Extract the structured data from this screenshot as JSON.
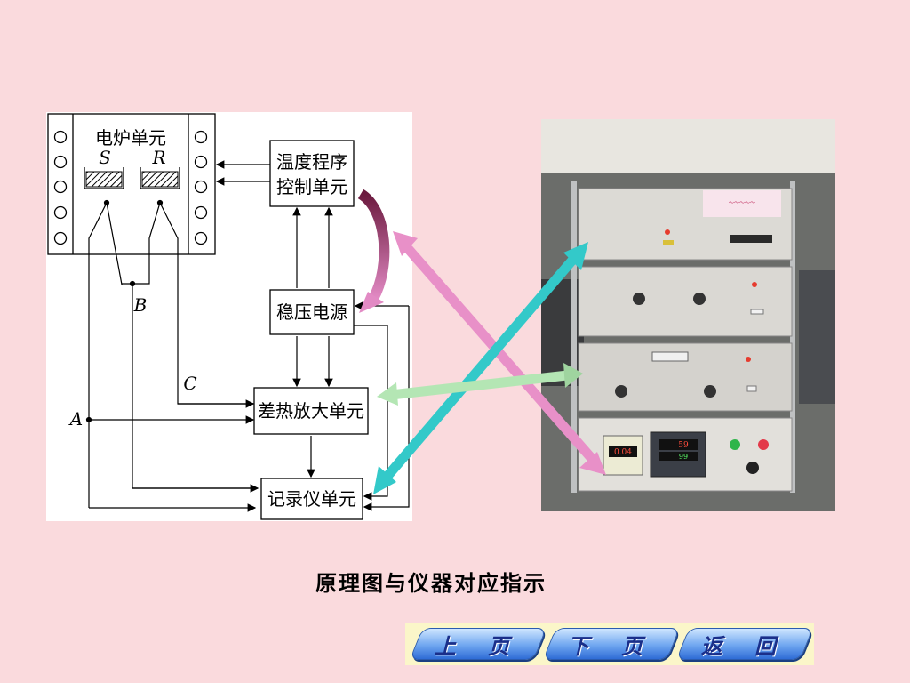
{
  "diagram": {
    "furnace_label": "电炉单元",
    "s_label": "S",
    "r_label": "R",
    "temp_control_line1": "温度程序",
    "temp_control_line2": "控制单元",
    "power_label": "稳压电源",
    "diff_amp_label": "差热放大单元",
    "recorder_label": "记录仪单元",
    "label_a": "A",
    "label_b": "B",
    "label_c": "C"
  },
  "caption": "原理图与仪器对应指示",
  "nav": {
    "prev_label": "上 页",
    "next_label": "下 页",
    "back_label": "返 回"
  },
  "photo": {
    "display1": "0.04",
    "display2": "59",
    "display3": "99"
  },
  "colors": {
    "background": "#fadadd",
    "arrow_cyan": "#33c9c9",
    "arrow_pink": "#e890c8",
    "arrow_green": "#b4e6b4",
    "arrow_maroon": "#8a2a55"
  }
}
